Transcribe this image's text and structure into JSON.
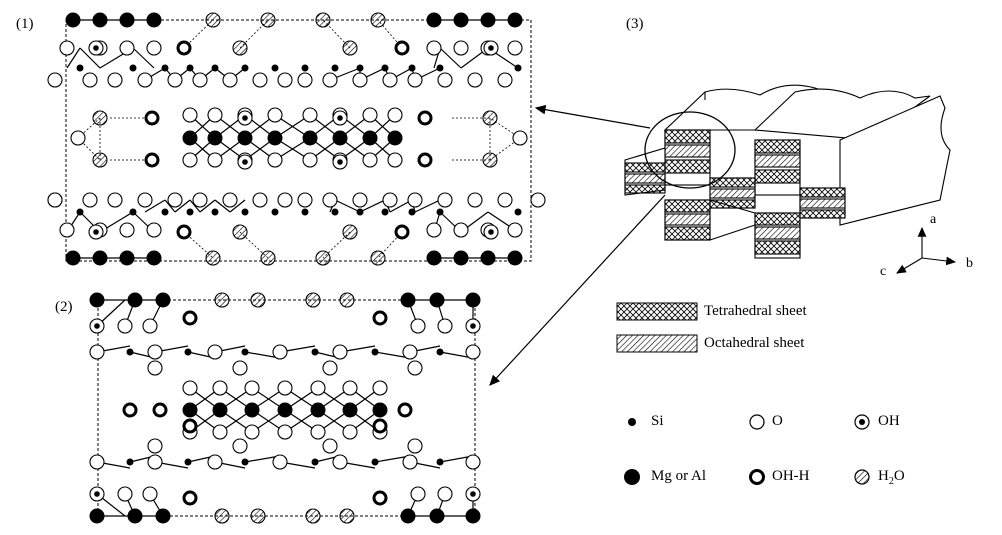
{
  "panels": {
    "p1": "(1)",
    "p2": "(2)",
    "p3": "(3)"
  },
  "axes": {
    "a": "a",
    "b": "b",
    "c": "c"
  },
  "sheet_legend": {
    "tetrahedral": "Tetrahedral sheet",
    "octahedral": "Octahedral sheet"
  },
  "atom_legend": {
    "si": "Si",
    "o": "O",
    "oh": "OH",
    "mg_al": "Mg or Al",
    "oh_h": "OH-H",
    "h2o_base": "H",
    "h2o_sub": "2",
    "h2o_tail": "O"
  },
  "icons": {
    "si": "small-black-dot",
    "o": "open-circle",
    "oh": "circle-with-dot",
    "mg_al": "filled-circle",
    "oh_h": "thick-ring",
    "h2o": "hatched-circle"
  }
}
